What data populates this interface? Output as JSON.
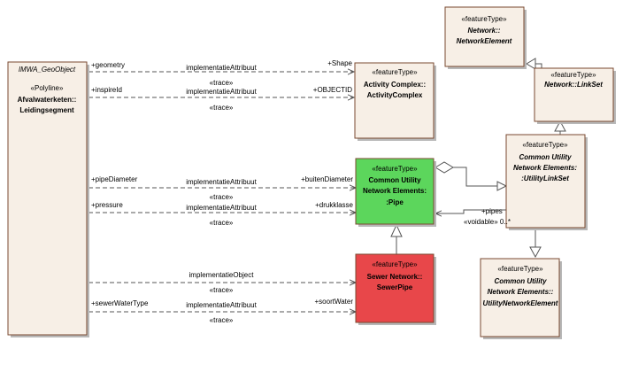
{
  "colors": {
    "class_fill": "#f7efe6",
    "class_border": "#7a4a30",
    "pipe_fill": "#5cd65c",
    "sewerpipe_fill": "#e8474a"
  },
  "boxes": {
    "imwa": {
      "stereotype_top": "IMWA_GeoObject",
      "stereotype": "«Polyline»",
      "name_line1": "Afvalwaterketen::",
      "name_line2": "Leidingsegment",
      "attrs": [
        "+geometry",
        "+inspireId",
        "+pipeDiameter",
        "+pressure",
        "+sewerWaterType"
      ]
    },
    "network_element": {
      "stereotype": "«featureType»",
      "name_line1": "Network::",
      "name_line2": "NetworkElement"
    },
    "linkset": {
      "stereotype": "«featureType»",
      "name_line1": "Network::LinkSet"
    },
    "activity_complex": {
      "stereotype": "«featureType»",
      "name_line1": "Activity Complex::",
      "name_line2": "ActivityComplex"
    },
    "pipe": {
      "stereotype": "«featureType»",
      "name_line1": "Common Utility",
      "name_line2": "Network Elements:",
      "name_line3": ":Pipe"
    },
    "utility_linkset": {
      "stereotype": "«featureType»",
      "name_line1": "Common Utility",
      "name_line2": "Network Elements:",
      "name_line3": ":UtilityLinkSet"
    },
    "sewer_pipe": {
      "stereotype": "«featureType»",
      "name_line1": "Sewer Network::",
      "name_line2": "SewerPipe"
    },
    "utility_network_element": {
      "stereotype": "«featureType»",
      "name_line1": "Common Utility",
      "name_line2": "Network Elements::",
      "name_line3": "UtilityNetworkElement"
    }
  },
  "connectors": {
    "geometry": {
      "label": "implementatieAttribuut",
      "stereo": "«trace»",
      "target_role": "+Shape"
    },
    "inspireid": {
      "label": "implementatieAttribuut",
      "stereo": "«trace»",
      "target_role": "+OBJECTID"
    },
    "pipediameter": {
      "label": "implementatieAttribuut",
      "stereo": "«trace»",
      "target_role": "+buitenDiameter"
    },
    "pressure": {
      "label": "implementatieAttribuut",
      "stereo": "«trace»",
      "target_role": "+drukklasse"
    },
    "object": {
      "label": "implementatieObject",
      "stereo": "«trace»"
    },
    "sewerwatertype": {
      "label": "implementatieAttribuut",
      "stereo": "«trace»",
      "target_role": "+soortWater"
    },
    "pipes_role": "+pipes",
    "pipes_multiplicity": "«voidable» 0..*"
  }
}
